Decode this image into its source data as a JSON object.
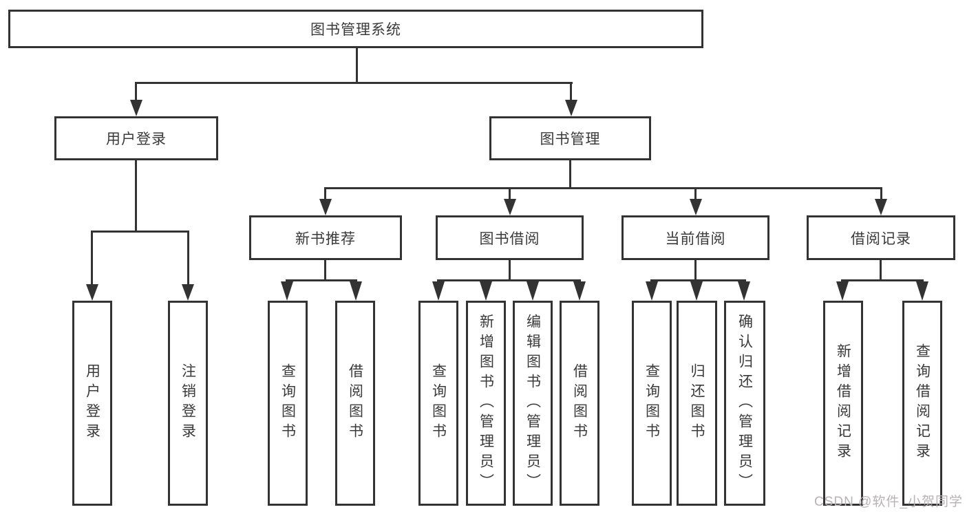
{
  "watermark": "CSDN @软件_小贺同学",
  "colors": {
    "line": "#333333",
    "node_border": "#333333",
    "node_text": "#3a3a3a",
    "background": "#ffffff",
    "watermark_text": "#b8b2b5"
  },
  "diagram": {
    "root": {
      "label": "图书管理系统"
    },
    "level2": {
      "user_login": {
        "label": "用户登录"
      },
      "book_management": {
        "label": "图书管理"
      }
    },
    "level3": {
      "new_book_recommend": {
        "label": "新书推荐"
      },
      "book_borrow": {
        "label": "图书借阅"
      },
      "current_borrow": {
        "label": "当前借阅"
      },
      "borrow_records": {
        "label": "借阅记录"
      }
    },
    "leaves": {
      "user_login": {
        "label": "用户登录"
      },
      "logout": {
        "label": "注销登录"
      },
      "nb_query": {
        "label": "查询图书"
      },
      "nb_borrow": {
        "label": "借阅图书"
      },
      "bb_query": {
        "label": "查询图书"
      },
      "bb_add": {
        "label": "新增图书（管理员）"
      },
      "bb_edit": {
        "label": "编辑图书（管理员）"
      },
      "bb_borrow": {
        "label": "借阅图书"
      },
      "cb_query": {
        "label": "查询图书"
      },
      "cb_return": {
        "label": "归还图书"
      },
      "cb_confirm": {
        "label": "确认归还（管理员）"
      },
      "br_add": {
        "label": "新增借阅记录"
      },
      "br_query": {
        "label": "查询借阅记录"
      }
    }
  }
}
